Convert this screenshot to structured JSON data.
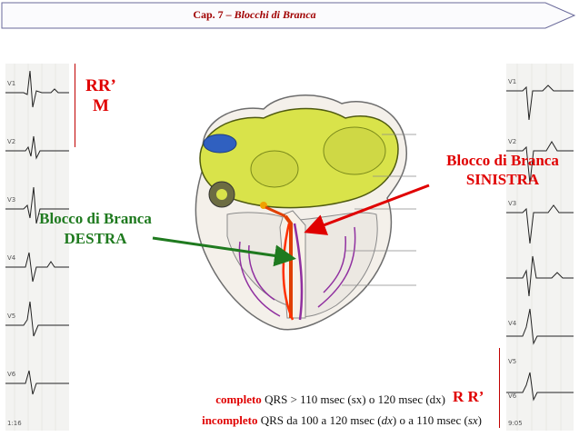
{
  "header": {
    "chapter": "Cap. 7 –",
    "subtitle": "Blocchi di Branca"
  },
  "labels": {
    "rr_m_line1": "RR’",
    "rr_m_line2": "M",
    "rr_prime": "R R’",
    "left_block_line1": "Blocco di Branca",
    "left_block_line2": "SINISTRA",
    "right_block_line1": "Blocco di Branca",
    "right_block_line2": "DESTRA"
  },
  "ecg_left": {
    "leads": [
      "V1",
      "V2",
      "V3",
      "V4",
      "V5",
      "V6"
    ],
    "footer": "1:16"
  },
  "ecg_right": {
    "leads": [
      "V1",
      "V2",
      "V3",
      "V4",
      "V5",
      "V6"
    ],
    "footer": "9:05"
  },
  "criteria": {
    "complete_word": "completo",
    "complete_text": "QRS > 110 msec (sx) o 120 msec (dx)",
    "incomplete_word": "incompleto",
    "incomplete_a": "QRS da 100 a 120 msec (",
    "incomplete_dx": "dx",
    "incomplete_b": ") o a 110 msec (",
    "incomplete_sx": "sx",
    "incomplete_c": ")"
  },
  "colors": {
    "accent_red": "#e00000",
    "green": "#1f7a1f",
    "heart_yellow": "#d9e34a",
    "header_red": "#a00000"
  }
}
